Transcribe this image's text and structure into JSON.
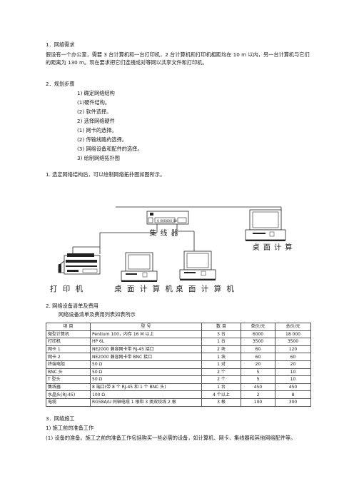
{
  "sections": {
    "s1_title": "1．网络需求",
    "s1_para": "假设有一个办公室，需要 3 台计算机和一台打印机，2 台计算机和打印机相距均在 10 m 以内，另一台计算机与它们的距离为 130 m。现在要求把它们连接成对等网以共享文件和打印机。",
    "s2_title": "2．规划步骤",
    "steps": [
      "1)  确定网络结构",
      "(1)硬件结构。",
      "(2)  软件选择。",
      "2)  选择网络硬件",
      "(1)  网卡的选择。",
      "(2)  传输线路的选择。",
      "(3)  网络设备和配件的选择。",
      "3)  绘制网络拓扑图"
    ],
    "topo_intro": "1. 选定网络结构后，可以绘制网络拓扑图如图所示。",
    "list_title": "2. 网络设备清单及费用",
    "list_subtitle": "网络设备清单及费用列表如表所示",
    "s3_title": "3．网络施工",
    "s3_sub": "1)  施工前的准备工作",
    "s3_para": "(1)  设备的准备。施工之前的准备工作包括购买一些必需的设备，如计算机、网卡、集线器和其他网络配件等。"
  },
  "diagram": {
    "hub_label": "集 线 器",
    "hub_display": "0  000000  00",
    "pc_right_label": "桌 面 计 算",
    "printer_label": "打 印 机",
    "pc1_label": "桌 面 计 算 机",
    "pc2_label": "桌 面 计 算 机"
  },
  "table": {
    "headers": [
      "项    目",
      "型        号",
      "数    目",
      "单价/元",
      "总价/元"
    ],
    "rows": [
      [
        "微型计算机",
        "Pentium 100，内存 16 M 以上",
        "3 台",
        "6000",
        "18 000"
      ],
      [
        "打印机",
        "HP 6L",
        "1 台",
        "3500",
        "3500"
      ],
      [
        "网卡 1",
        "NE2000 兼容网卡带 RJ-45 接口",
        "2 块",
        "60",
        "120"
      ],
      [
        "网卡 2",
        "NE2000 兼容网卡带 BNC 接口",
        "1 块",
        "60",
        "60"
      ],
      [
        "终端电阻",
        "50 Ω",
        "1 对",
        "20",
        "20"
      ],
      [
        "BNC 头",
        "50 Ω",
        "2 个",
        "5",
        "10"
      ],
      [
        "T 型头",
        "50 Ω",
        "2 个",
        "5",
        "10"
      ],
      [
        "集线器",
        "8 端口(带 8 个 RJ-45 和 1 个 BNC 头)",
        "1 台",
        "450",
        "450"
      ],
      [
        "水晶头(RJ-45)",
        "100 Ω",
        "4 个以上",
        "2",
        "8"
      ],
      [
        "电缆",
        "RG58A/U 同轴电缆 1 根和 3 类双绞线 2 根",
        "3 根",
        "100",
        "300"
      ]
    ]
  }
}
